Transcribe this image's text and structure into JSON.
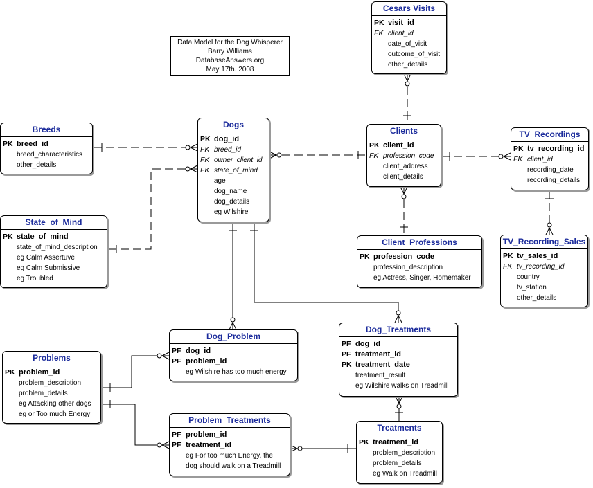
{
  "note": {
    "lines": [
      "Data Model for the Dog Whisperer",
      "Barry Williams",
      "DatabaseAnswers.org",
      "May 17th. 2008"
    ]
  },
  "entities": {
    "cesars_visits": {
      "title": "Cesars Visits",
      "rows": [
        {
          "key": "PK",
          "name": "visit_id",
          "kind": "pk"
        },
        {
          "key": "FK",
          "name": "client_id",
          "kind": "fk"
        },
        {
          "key": "",
          "name": "date_of_visit",
          "kind": "attr"
        },
        {
          "key": "",
          "name": "outcome_of_visit",
          "kind": "attr"
        },
        {
          "key": "",
          "name": "other_details",
          "kind": "attr"
        }
      ]
    },
    "breeds": {
      "title": "Breeds",
      "rows": [
        {
          "key": "PK",
          "name": "breed_id",
          "kind": "pk"
        },
        {
          "key": "",
          "name": "breed_characteristics",
          "kind": "attr"
        },
        {
          "key": "",
          "name": "other_details",
          "kind": "attr"
        }
      ]
    },
    "dogs": {
      "title": "Dogs",
      "rows": [
        {
          "key": "PK",
          "name": "dog_id",
          "kind": "pk"
        },
        {
          "key": "FK",
          "name": "breed_id",
          "kind": "fk"
        },
        {
          "key": "FK",
          "name": "owner_client_id",
          "kind": "fk"
        },
        {
          "key": "FK",
          "name": "state_of_mind",
          "kind": "fk"
        },
        {
          "key": "",
          "name": "age",
          "kind": "attr"
        },
        {
          "key": "",
          "name": "dog_name",
          "kind": "attr"
        },
        {
          "key": "",
          "name": "dog_details",
          "kind": "attr"
        },
        {
          "key": "",
          "name": "eg Wilshire",
          "kind": "attr"
        }
      ]
    },
    "clients": {
      "title": "Clients",
      "rows": [
        {
          "key": "PK",
          "name": "client_id",
          "kind": "pk"
        },
        {
          "key": "FK",
          "name": "profession_code",
          "kind": "fk"
        },
        {
          "key": "",
          "name": "client_address",
          "kind": "attr"
        },
        {
          "key": "",
          "name": "client_details",
          "kind": "attr"
        }
      ]
    },
    "tv_recordings": {
      "title": "TV_Recordings",
      "rows": [
        {
          "key": "PK",
          "name": "tv_recording_id",
          "kind": "pk"
        },
        {
          "key": "FK",
          "name": "client_id",
          "kind": "fk"
        },
        {
          "key": "",
          "name": "recording_date",
          "kind": "attr"
        },
        {
          "key": "",
          "name": "recording_details",
          "kind": "attr"
        }
      ]
    },
    "state_of_mind": {
      "title": "State_of_Mind",
      "rows": [
        {
          "key": "PK",
          "name": "state_of_mind",
          "kind": "pk"
        },
        {
          "key": "",
          "name": "state_of_mind_description",
          "kind": "attr"
        },
        {
          "key": "",
          "name": "eg Calm Assertuve",
          "kind": "attr"
        },
        {
          "key": "",
          "name": "eg Calm Submissive",
          "kind": "attr"
        },
        {
          "key": "",
          "name": "eg Troubled",
          "kind": "attr"
        }
      ]
    },
    "client_professions": {
      "title": "Client_Professions",
      "rows": [
        {
          "key": "PK",
          "name": "profession_code",
          "kind": "pk"
        },
        {
          "key": "",
          "name": "profession_description",
          "kind": "attr"
        },
        {
          "key": "",
          "name": "eg Actress, Singer, Homemaker",
          "kind": "attr"
        }
      ]
    },
    "tv_recording_sales": {
      "title": "TV_Recording_Sales",
      "rows": [
        {
          "key": "PK",
          "name": "tv_sales_id",
          "kind": "pk"
        },
        {
          "key": "FK",
          "name": "tv_recording_id",
          "kind": "fk"
        },
        {
          "key": "",
          "name": "country",
          "kind": "attr"
        },
        {
          "key": "",
          "name": "tv_station",
          "kind": "attr"
        },
        {
          "key": "",
          "name": "other_details",
          "kind": "attr"
        }
      ]
    },
    "dog_treatments": {
      "title": "Dog_Treatments",
      "rows": [
        {
          "key": "PF",
          "name": "dog_id",
          "kind": "pk"
        },
        {
          "key": "PF",
          "name": "treatment_id",
          "kind": "pk"
        },
        {
          "key": "PK",
          "name": "treatment_date",
          "kind": "pk"
        },
        {
          "key": "",
          "name": "treatment_result",
          "kind": "attr"
        },
        {
          "key": "",
          "name": "eg Wilshire walks on Treadmill",
          "kind": "attr"
        }
      ]
    },
    "dog_problem": {
      "title": "Dog_Problem",
      "rows": [
        {
          "key": "PF",
          "name": "dog_id",
          "kind": "pk"
        },
        {
          "key": "PF",
          "name": "problem_id",
          "kind": "pk"
        },
        {
          "key": "",
          "name": "eg Wilshire has too much energy",
          "kind": "attr"
        }
      ]
    },
    "problems": {
      "title": "Problems",
      "rows": [
        {
          "key": "PK",
          "name": "problem_id",
          "kind": "pk"
        },
        {
          "key": "",
          "name": "problem_description",
          "kind": "attr"
        },
        {
          "key": "",
          "name": "problem_details",
          "kind": "attr"
        },
        {
          "key": "",
          "name": "eg Attacking other dogs",
          "kind": "attr"
        },
        {
          "key": "",
          "name": "eg or Too much Energy",
          "kind": "attr"
        }
      ]
    },
    "problem_treatments": {
      "title": "Problem_Treatments",
      "rows": [
        {
          "key": "PF",
          "name": "problem_id",
          "kind": "pk"
        },
        {
          "key": "PF",
          "name": "treatment_id",
          "kind": "pk"
        },
        {
          "key": "",
          "name": "eg For too much Energy, the",
          "kind": "attr"
        },
        {
          "key": "",
          "name": "dog should walk on a Treadmill",
          "kind": "attr"
        }
      ]
    },
    "treatments": {
      "title": "Treatments",
      "rows": [
        {
          "key": "PK",
          "name": "treatment_id",
          "kind": "pk"
        },
        {
          "key": "",
          "name": "problem_description",
          "kind": "attr"
        },
        {
          "key": "",
          "name": "problem_details",
          "kind": "attr"
        },
        {
          "key": "",
          "name": "eg Walk on Treadmill",
          "kind": "attr"
        }
      ]
    }
  },
  "relationships": [
    {
      "from": "Breeds",
      "to": "Dogs",
      "one": "Breeds",
      "many": "Dogs",
      "style": "dashed"
    },
    {
      "from": "State_of_Mind",
      "to": "Dogs",
      "one": "State_of_Mind",
      "many": "Dogs",
      "style": "dashed"
    },
    {
      "from": "Clients",
      "to": "Dogs",
      "one": "Clients",
      "many": "Dogs",
      "style": "dashed"
    },
    {
      "from": "Clients",
      "to": "Cesars Visits",
      "one": "Clients",
      "many": "Cesars Visits",
      "style": "dashed"
    },
    {
      "from": "Clients",
      "to": "TV_Recordings",
      "one": "Clients",
      "many": "TV_Recordings",
      "style": "dashed"
    },
    {
      "from": "Client_Professions",
      "to": "Clients",
      "one": "Client_Professions",
      "many": "Clients",
      "style": "dashed"
    },
    {
      "from": "TV_Recordings",
      "to": "TV_Recording_Sales",
      "one": "TV_Recordings",
      "many": "TV_Recording_Sales",
      "style": "dashed"
    },
    {
      "from": "Dogs",
      "to": "Dog_Problem",
      "one": "Dogs",
      "many": "Dog_Problem",
      "style": "solid"
    },
    {
      "from": "Dogs",
      "to": "Dog_Treatments",
      "one": "Dogs",
      "many": "Dog_Treatments",
      "style": "solid"
    },
    {
      "from": "Problems",
      "to": "Dog_Problem",
      "one": "Problems",
      "many": "Dog_Problem",
      "style": "solid"
    },
    {
      "from": "Problems",
      "to": "Problem_Treatments",
      "one": "Problems",
      "many": "Problem_Treatments",
      "style": "solid"
    },
    {
      "from": "Treatments",
      "to": "Problem_Treatments",
      "one": "Treatments",
      "many": "Problem_Treatments",
      "style": "solid"
    },
    {
      "from": "Treatments",
      "to": "Dog_Treatments",
      "one": "Treatments",
      "many": "Dog_Treatments",
      "style": "solid"
    }
  ]
}
